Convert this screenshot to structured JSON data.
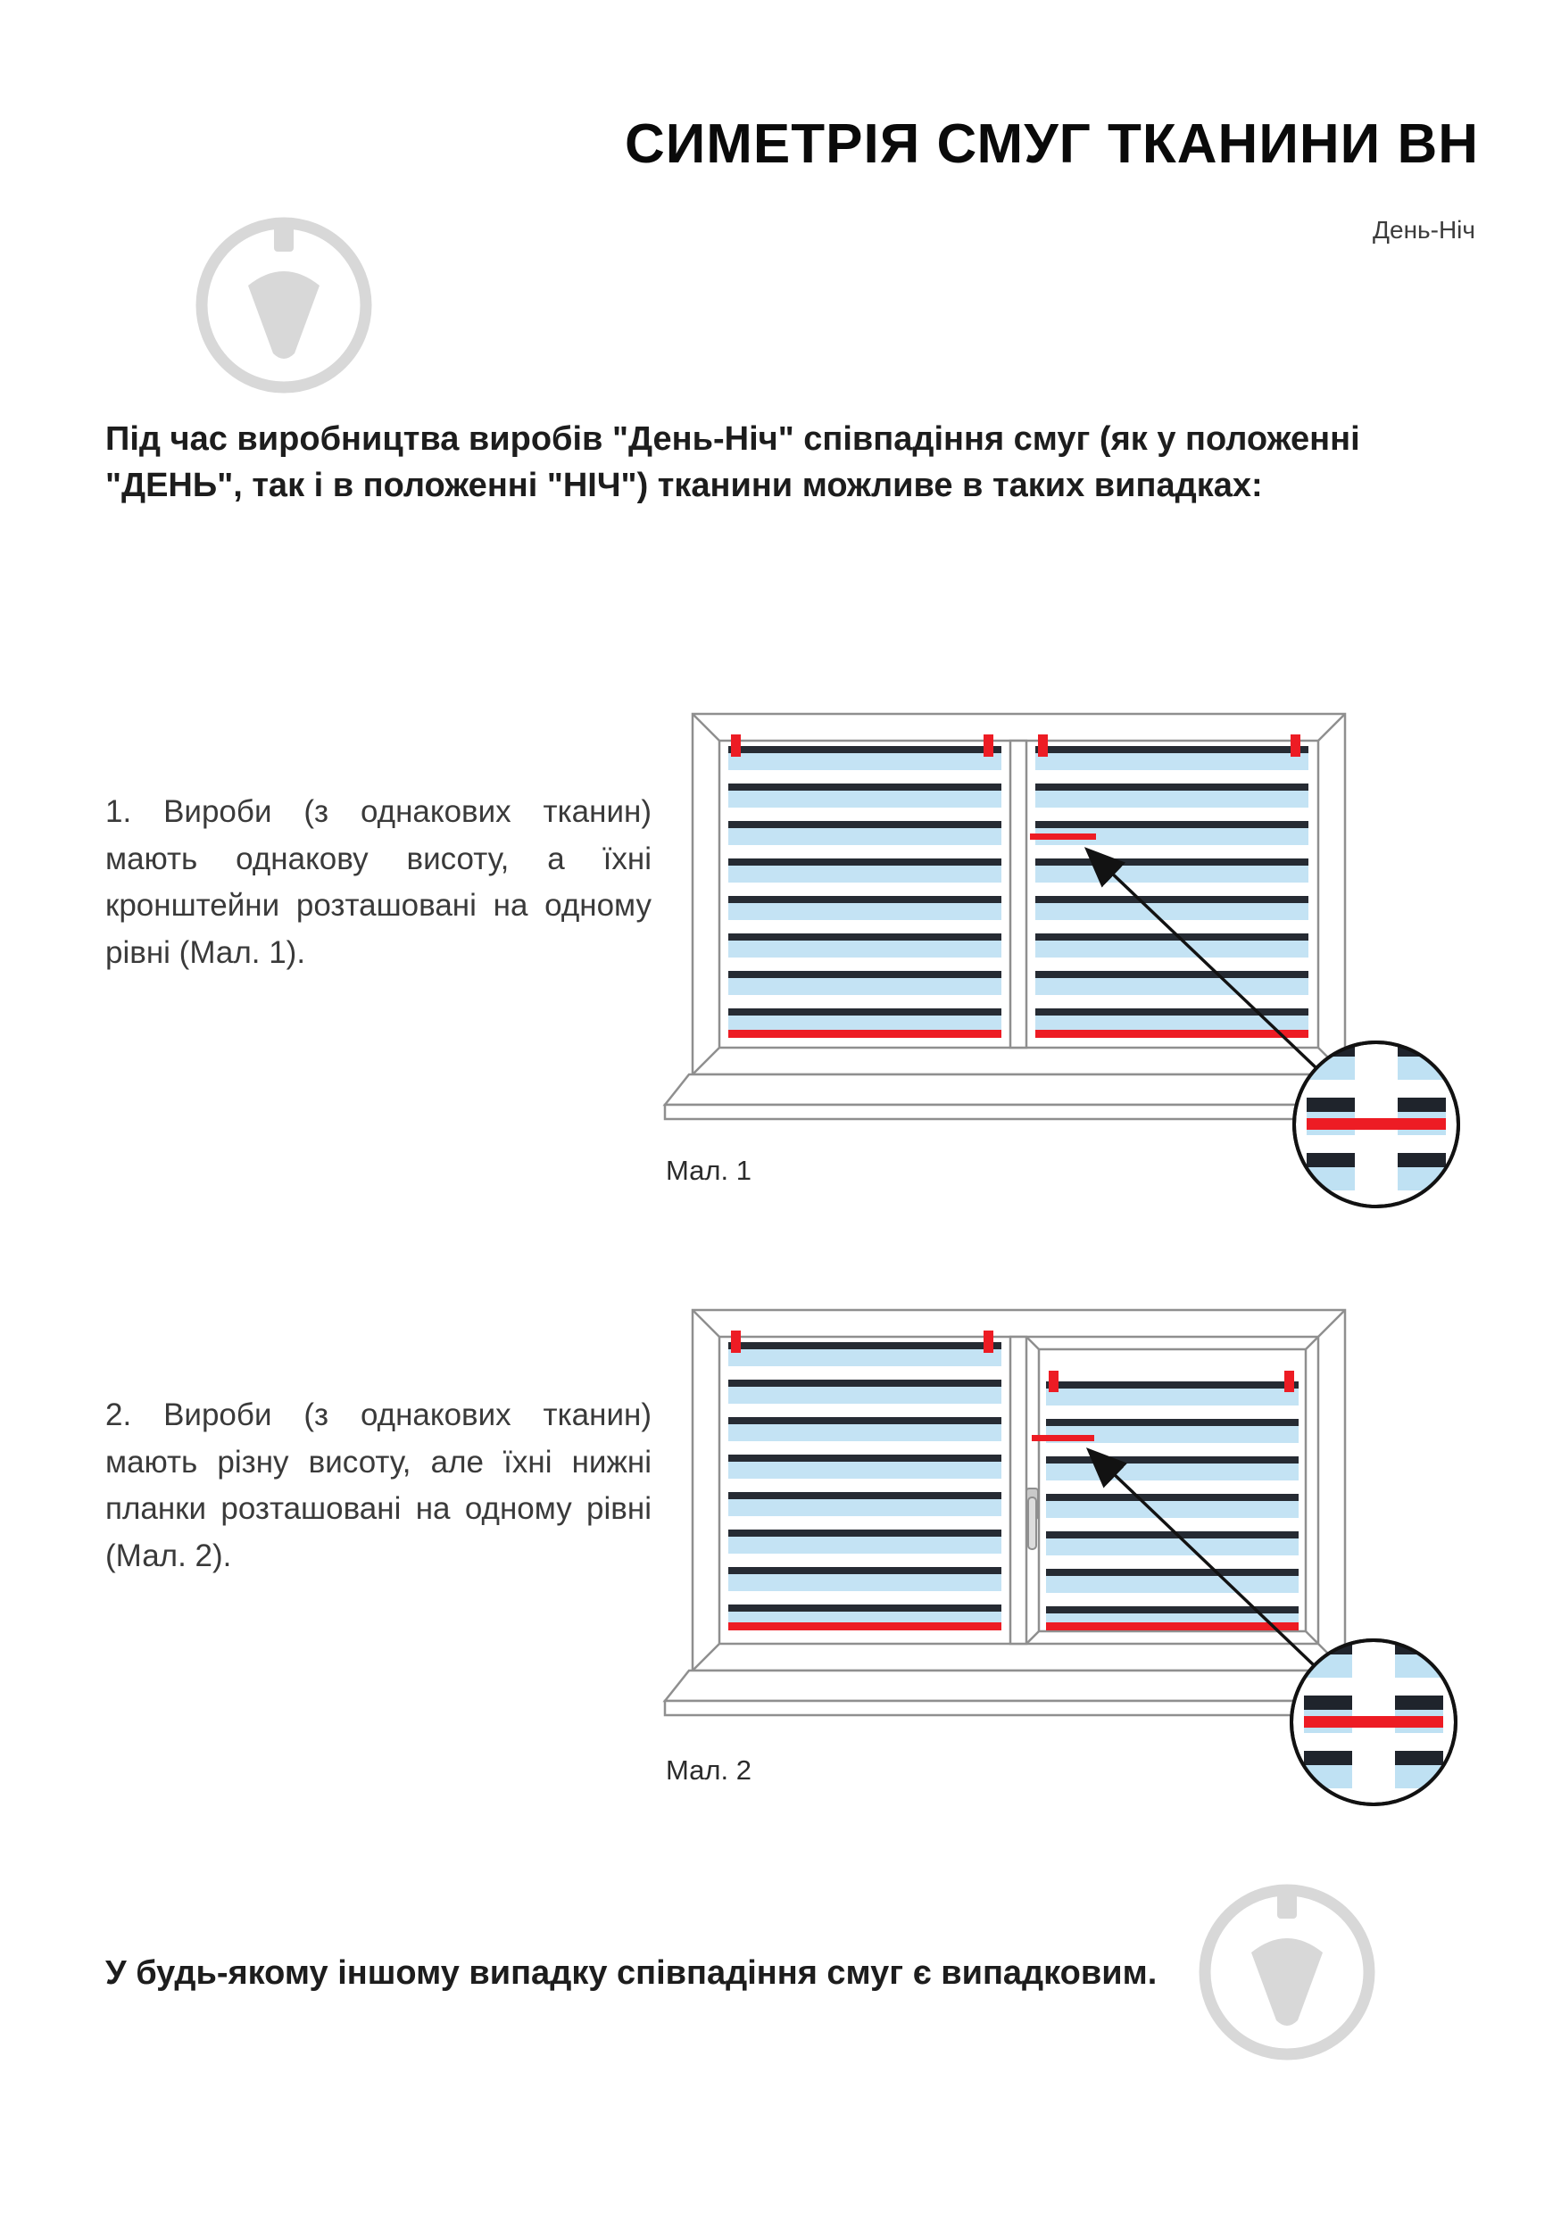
{
  "header": {
    "title": "СИМЕТРІЯ СМУГ ТКАНИНИ ВН",
    "subtitle": "День-Ніч"
  },
  "body": {
    "intro": "Під час виробництва виробів \"День-Ніч\" співпадіння смуг (як у положенні \"ДЕНЬ\", так і в положенні \"НІЧ\") тканини можливе в таких випадках:",
    "case1": "1. Вироби (з однакових тканин) мають однакову висоту, а їхні кронштейни розташовані на одному рівні (Мал. 1).",
    "case2": "2. Вироби (з однакових тканин) мають різну висоту, але їхні нижні планки розташовані на одному рівні (Мал. 2).",
    "fig1_caption": "Мал. 1",
    "fig2_caption": "Мал. 2",
    "footer": "У будь-якому іншому випадку співпадіння смуг є випадковим."
  },
  "colors": {
    "accent_red": "#ed1c24",
    "stripe_dark": "#262b33",
    "stripe_light": "#c4e3f4",
    "frame_gray": "#8f8f8f",
    "arrow_black": "#121212",
    "watermark_gray": "#d8d8d8"
  }
}
